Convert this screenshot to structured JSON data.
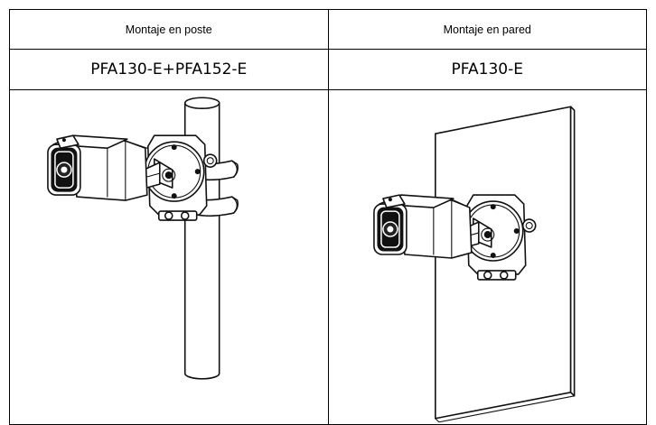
{
  "table": {
    "columns": [
      {
        "header": "Montaje en poste",
        "model": "PFA130-E+PFA152-E",
        "illustration_icon": "pole-mount-camera-illustration"
      },
      {
        "header": "Montaje en pared",
        "model": "PFA130-E",
        "illustration_icon": "wall-mount-camera-illustration"
      }
    ]
  }
}
